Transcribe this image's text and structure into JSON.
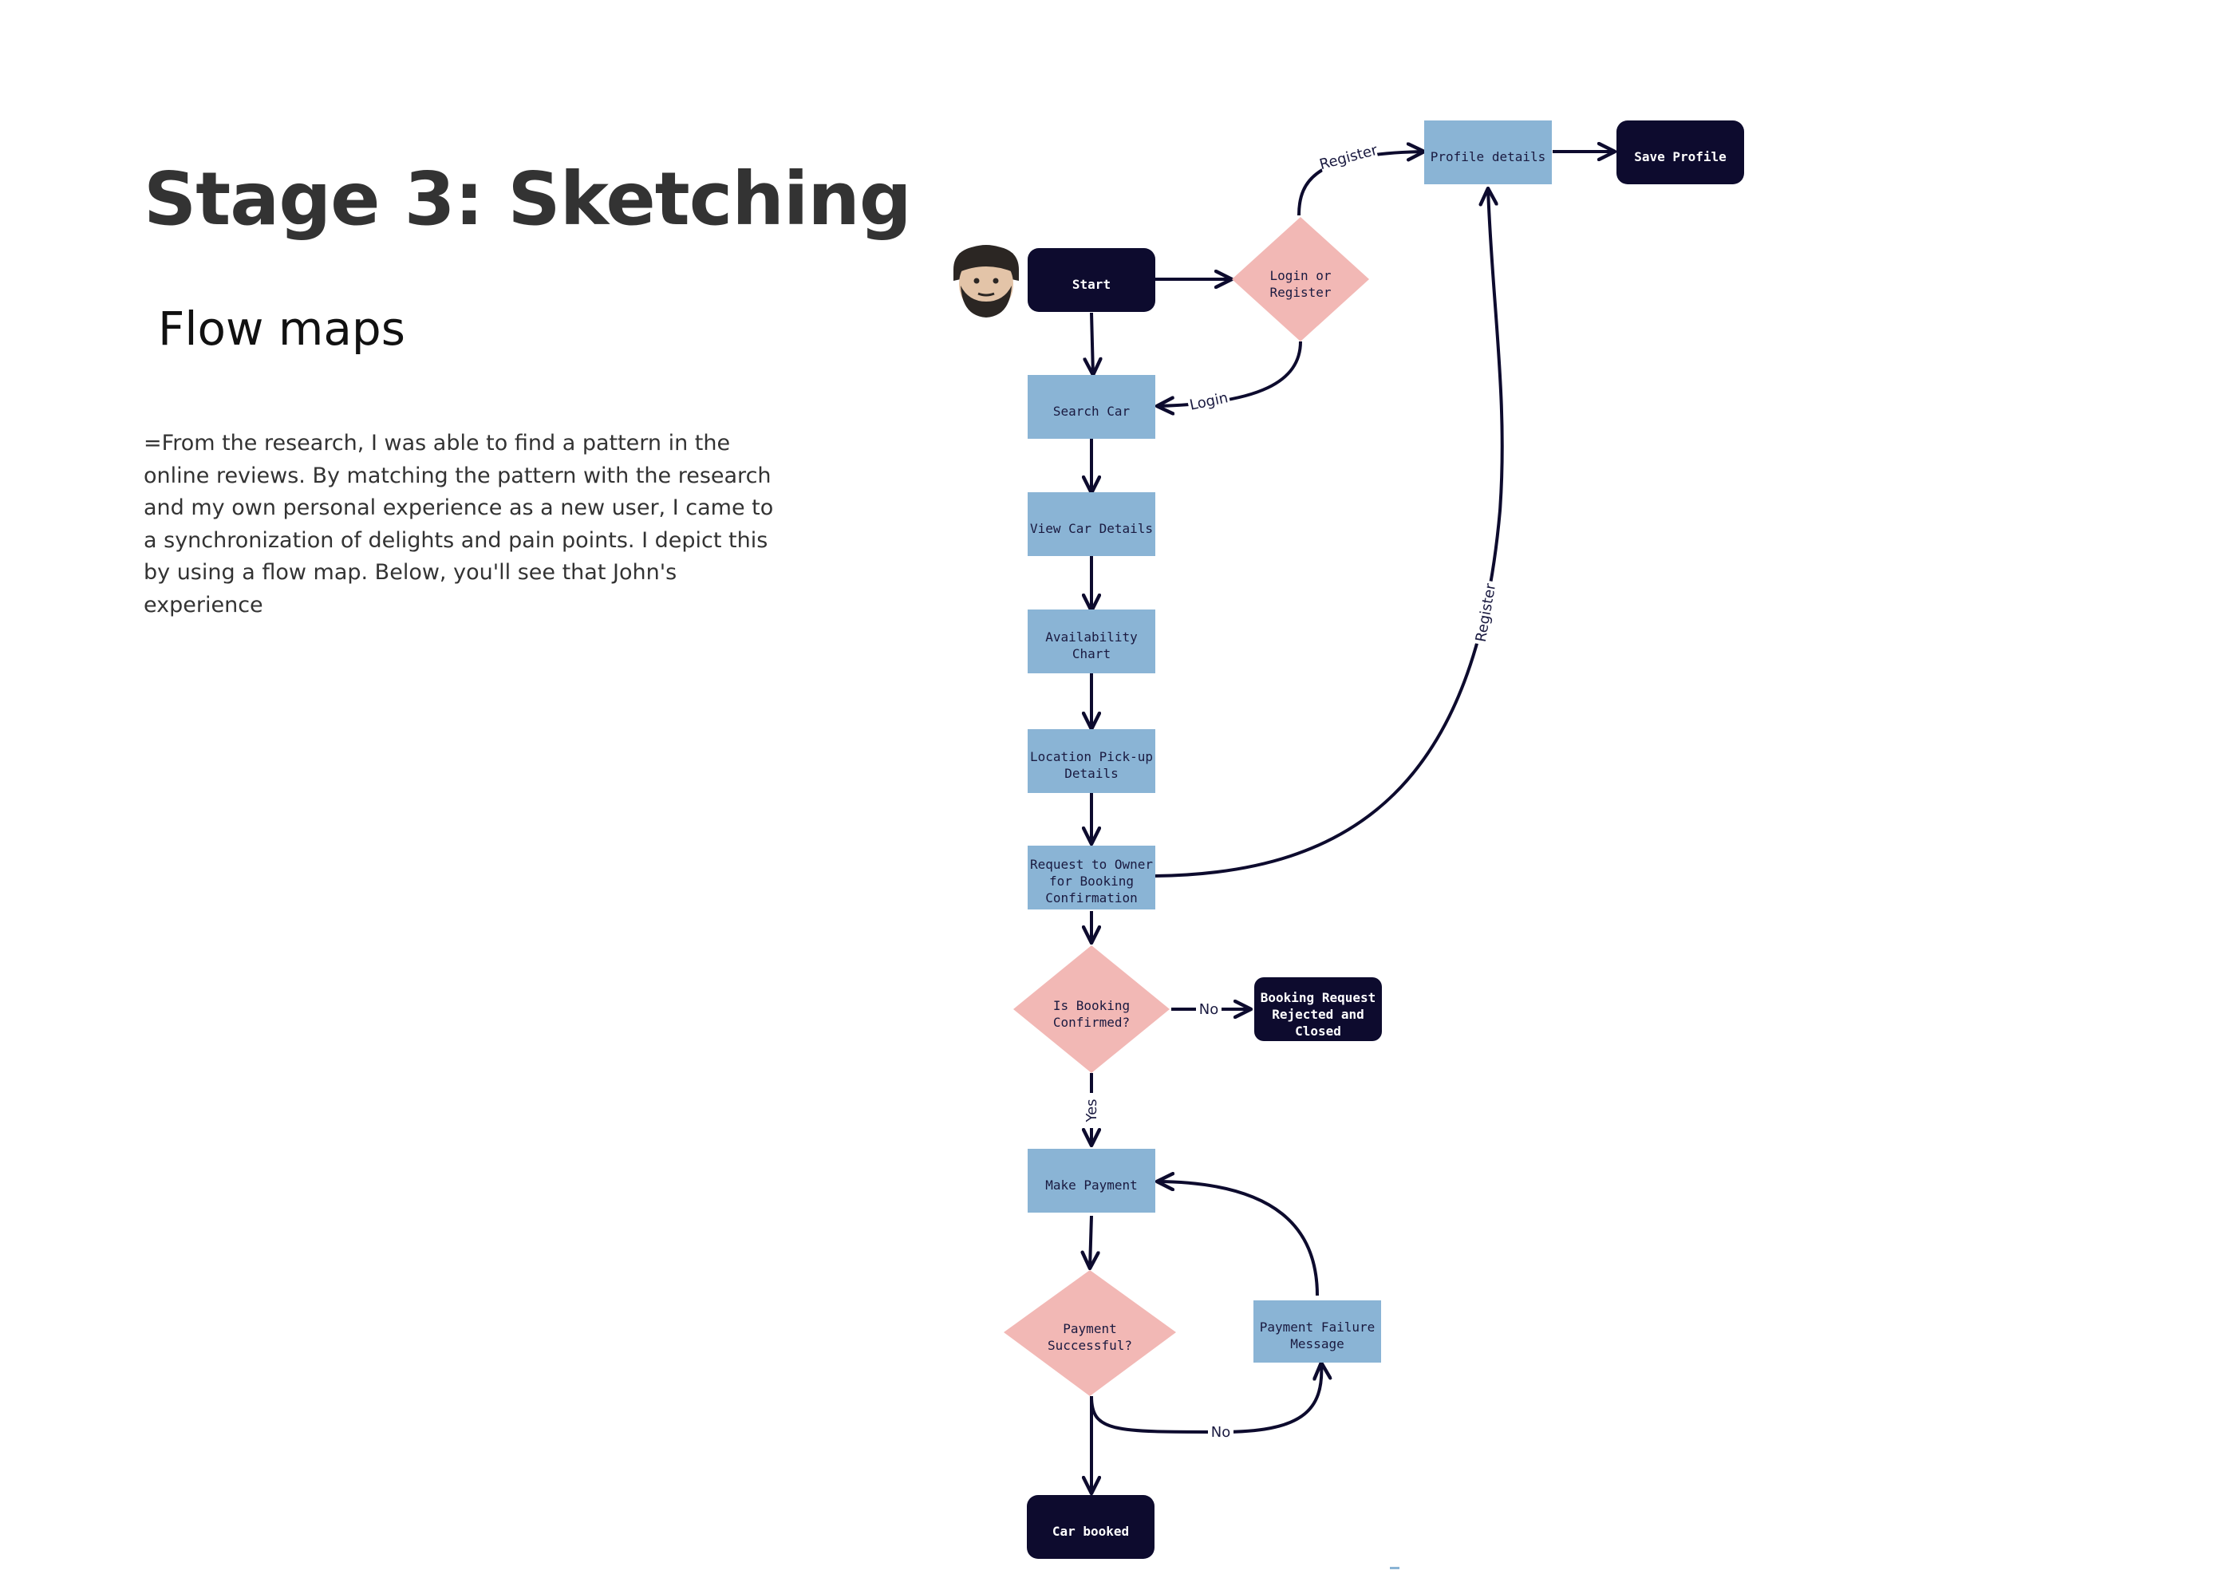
{
  "heading": {
    "title": "Stage 3: Sketching",
    "subtitle": "Flow maps",
    "body": "=From the research, I was able to find a pattern in the online reviews. By matching the pattern with the research and my own personal experience as a new user, I came to a synchronization of delights and pain points. I depict this by using a flow  map. Below, you'll see that John's experience"
  },
  "colors": {
    "terminal": "#0d0b2e",
    "process": "#8ab4d5",
    "decision": "#f2b8b5",
    "edge": "#0d0b2e"
  },
  "persona": {
    "icon": "bearded-man-avatar-icon"
  },
  "flow": {
    "nodes": {
      "start": [
        "Start"
      ],
      "login_or_register": [
        "Login or",
        "Register"
      ],
      "profile_details": [
        "Profile details"
      ],
      "save_profile": [
        "Save Profile"
      ],
      "search_car": [
        "Search Car"
      ],
      "view_car_details": [
        "View Car Details"
      ],
      "availability_chart": [
        "Availability",
        "Chart"
      ],
      "location_pickup": [
        "Location Pick-up",
        "Details"
      ],
      "request_owner": [
        "Request to Owner",
        "for Booking",
        "Confirmation"
      ],
      "is_booking_confirmed": [
        "Is Booking",
        "Confirmed?"
      ],
      "booking_rejected": [
        "Booking Request",
        "Rejected and",
        "Closed"
      ],
      "make_payment": [
        "Make Payment"
      ],
      "payment_successful": [
        "Payment",
        "Successful?"
      ],
      "payment_failure": [
        "Payment Failure",
        "Message"
      ],
      "car_booked": [
        "Car booked"
      ]
    },
    "edge_labels": {
      "register_top": "Register",
      "login": "Login",
      "register_side": "Register",
      "no_booking": "No",
      "yes": "Yes",
      "no_payment": "No"
    }
  }
}
